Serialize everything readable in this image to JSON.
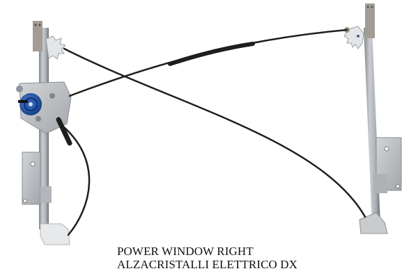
{
  "image": {
    "subject": "Car power window regulator (right side)",
    "background_color": "#ffffff",
    "colors": {
      "metal": "#b8bcc0",
      "metal_dark": "#8c9094",
      "cable": "#1e1e1e",
      "motor_hub": "#1f4fa8",
      "bracket": "#a39c95"
    }
  },
  "caption": {
    "line1": "POWER WINDOW RIGHT",
    "line2": "ALZACRISTALLI ELETTRICO DX"
  }
}
